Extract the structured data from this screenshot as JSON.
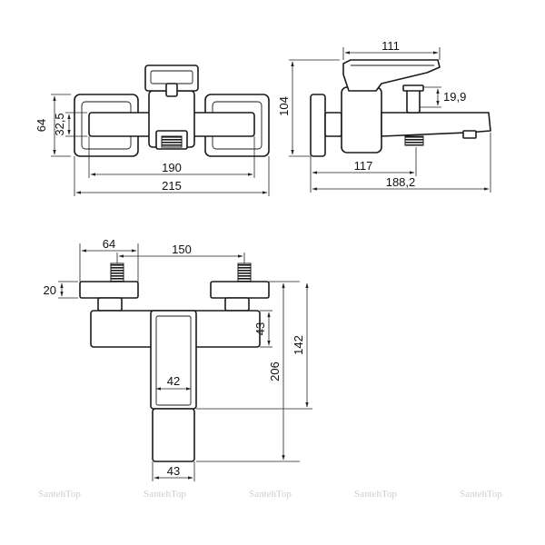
{
  "dimensions": {
    "front_height_64": "64",
    "front_height_32_5": "32,5",
    "front_width_190": "190",
    "front_width_215": "215",
    "side_width_111": "111",
    "side_height_104": "104",
    "side_height_19_9": "19,9",
    "side_width_117": "117",
    "side_width_188_2": "188,2",
    "top_width_64": "64",
    "top_width_150": "150",
    "top_height_20": "20",
    "top_height_43": "43",
    "top_height_206": "206",
    "top_height_142": "142",
    "top_width_42": "42",
    "top_width_43": "43"
  },
  "watermarks": [
    "SantehTop",
    "SantehTop",
    "SantehTop",
    "SantehTop",
    "SantehTop"
  ]
}
